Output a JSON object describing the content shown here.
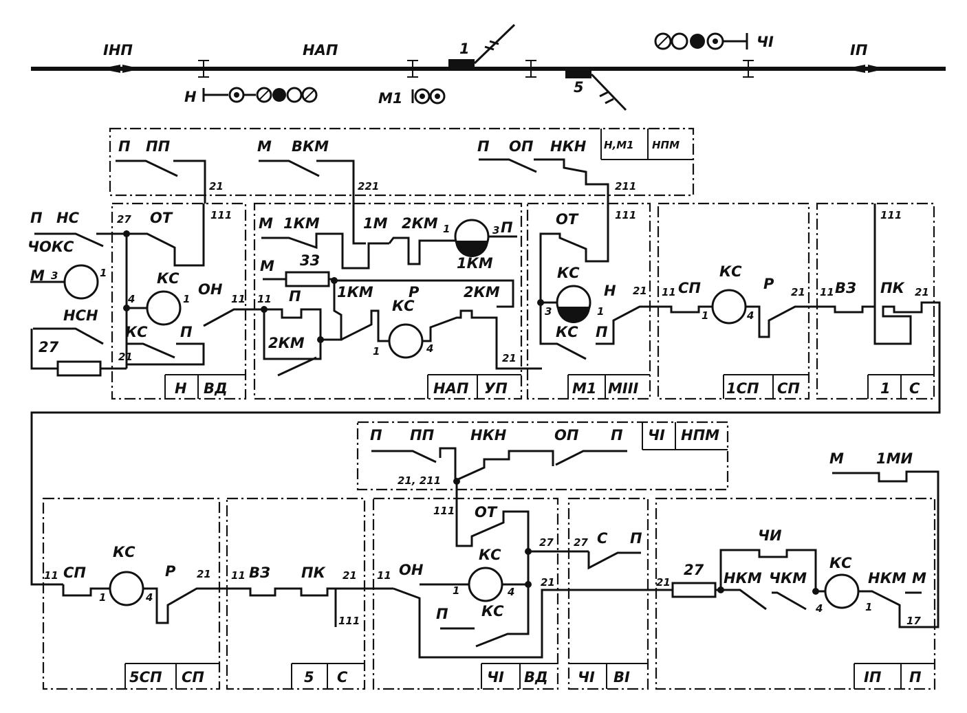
{
  "track": {
    "left_track": "IНП",
    "approach": "НАП",
    "right_track": "IП",
    "switch_1": "1",
    "switch_5": "5",
    "signal_n": "Н",
    "signal_m1": "М1",
    "signal_chi": "ЧI"
  },
  "blocks": {
    "pp": {
      "contacts": [
        "П",
        "ПП"
      ],
      "terminal": "21"
    },
    "vkm": {
      "contacts": [
        "М",
        "ВКМ"
      ],
      "terminal": "221"
    },
    "nkn": {
      "contacts": [
        "П",
        "ОП",
        "НКН"
      ],
      "terminal": "211",
      "tags": [
        "Н,М1",
        "НПМ"
      ]
    },
    "n_vd": {
      "tags": [
        "Н",
        "ВД"
      ],
      "labels": [
        "П",
        "НС",
        "ЧОКС",
        "М",
        "3",
        "1",
        "НСН",
        "27",
        "27",
        "ОТ",
        "111",
        "4",
        "КС",
        "1",
        "ОН",
        "11",
        "КС",
        "П",
        "21"
      ]
    },
    "nap_up": {
      "tags": [
        "НАП",
        "УП"
      ],
      "labels": [
        "М",
        "1КМ",
        "1М",
        "2КМ",
        "1",
        "3",
        "П",
        "1КМ",
        "М",
        "33",
        "11",
        "П",
        "1КМ",
        "Р",
        "2КМ",
        "КС",
        "2КМ",
        "1",
        "4",
        "21"
      ]
    },
    "m1_miii": {
      "tags": [
        "М1",
        "МIII"
      ],
      "labels": [
        "ОТ",
        "111",
        "КС",
        "Н",
        "3",
        "1",
        "21",
        "КС",
        "П"
      ]
    },
    "sp1": {
      "tags": [
        "1СП",
        "СП"
      ],
      "labels": [
        "11",
        "СП",
        "КС",
        "Р",
        "21",
        "1",
        "4"
      ]
    },
    "s1": {
      "tags": [
        "1",
        "С"
      ],
      "labels": [
        "111",
        "11",
        "ВЗ",
        "ПК",
        "21"
      ]
    },
    "chi_npm": {
      "tags": [
        "ЧI",
        "НПМ"
      ],
      "contacts": [
        "П",
        "ПП",
        "НКН",
        "ОП",
        "П"
      ],
      "terminal": "21, 211"
    },
    "m_1mi": {
      "contacts": [
        "М",
        "1МИ"
      ]
    },
    "sp5": {
      "tags": [
        "5СП",
        "СП"
      ],
      "labels": [
        "11",
        "СП",
        "КС",
        "Р",
        "21",
        "1",
        "4"
      ]
    },
    "s5": {
      "tags": [
        "5",
        "С"
      ],
      "labels": [
        "11",
        "ВЗ",
        "ПК",
        "21",
        "111"
      ]
    },
    "chi_vd": {
      "tags": [
        "ЧI",
        "ВД"
      ],
      "labels": [
        "111",
        "ОТ",
        "11",
        "ОН",
        "КС",
        "1",
        "4",
        "27",
        "П",
        "КС",
        "21"
      ]
    },
    "chi_vi": {
      "tags": [
        "ЧI",
        "ВI"
      ],
      "labels": [
        "27",
        "С",
        "П"
      ]
    },
    "ip_p": {
      "tags": [
        "IП",
        "П"
      ],
      "labels": [
        "21",
        "27",
        "ЧИ",
        "НКМ",
        "ЧКМ",
        "КС",
        "НКМ",
        "М",
        "4",
        "1",
        "17"
      ]
    }
  }
}
